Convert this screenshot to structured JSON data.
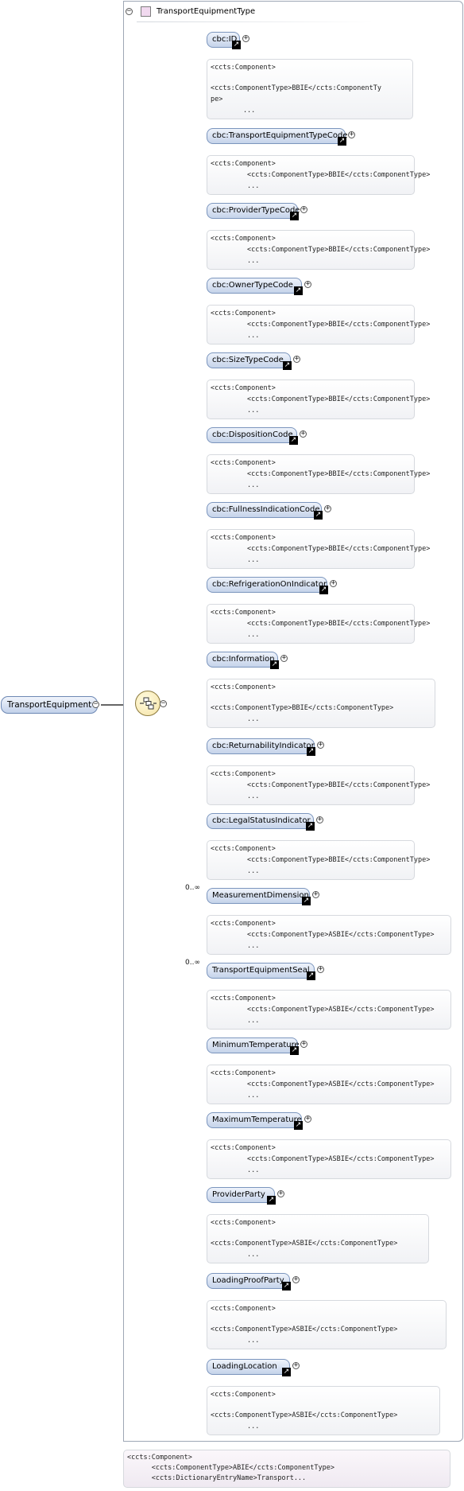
{
  "type": {
    "name": "TransportEquipmentType"
  },
  "root": {
    "label": "TransportEquipment"
  },
  "elements": [
    {
      "label": "cbc:ID",
      "occurrence": "",
      "ann": [
        "<ccts:Component>",
        "",
        "<ccts:ComponentType>BBIE</ccts:ComponentTy",
        "pe>",
        "        ..."
      ]
    },
    {
      "label": "cbc:TransportEquipmentTypeCode",
      "occurrence": "",
      "ann": [
        "<ccts:Component>",
        "         <ccts:ComponentType>BBIE</ccts:ComponentType>",
        "         ..."
      ]
    },
    {
      "label": "cbc:ProviderTypeCode",
      "occurrence": "",
      "ann": [
        "<ccts:Component>",
        "         <ccts:ComponentType>BBIE</ccts:ComponentType>",
        "         ..."
      ]
    },
    {
      "label": "cbc:OwnerTypeCode",
      "occurrence": "",
      "ann": [
        "<ccts:Component>",
        "         <ccts:ComponentType>BBIE</ccts:ComponentType>",
        "         ..."
      ]
    },
    {
      "label": "cbc:SizeTypeCode",
      "occurrence": "",
      "ann": [
        "<ccts:Component>",
        "         <ccts:ComponentType>BBIE</ccts:ComponentType>",
        "         ..."
      ]
    },
    {
      "label": "cbc:DispositionCode",
      "occurrence": "",
      "ann": [
        "<ccts:Component>",
        "         <ccts:ComponentType>BBIE</ccts:ComponentType>",
        "         ..."
      ]
    },
    {
      "label": "cbc:FullnessIndicationCode",
      "occurrence": "",
      "ann": [
        "<ccts:Component>",
        "         <ccts:ComponentType>BBIE</ccts:ComponentType>",
        "         ..."
      ]
    },
    {
      "label": "cbc:RefrigerationOnIndicator",
      "occurrence": "",
      "ann": [
        "<ccts:Component>",
        "         <ccts:ComponentType>BBIE</ccts:ComponentType>",
        "         ..."
      ]
    },
    {
      "label": "cbc:Information",
      "occurrence": "",
      "ann": [
        "<ccts:Component>",
        "",
        "<ccts:ComponentType>BBIE</ccts:ComponentType>",
        "         ..."
      ]
    },
    {
      "label": "cbc:ReturnabilityIndicator",
      "occurrence": "",
      "ann": [
        "<ccts:Component>",
        "         <ccts:ComponentType>BBIE</ccts:ComponentType>",
        "         ..."
      ]
    },
    {
      "label": "cbc:LegalStatusIndicator",
      "occurrence": "",
      "ann": [
        "<ccts:Component>",
        "         <ccts:ComponentType>BBIE</ccts:ComponentType>",
        "         ..."
      ]
    },
    {
      "label": "MeasurementDimension",
      "occurrence": "0..∞",
      "ann": [
        "<ccts:Component>",
        "         <ccts:ComponentType>ASBIE</ccts:ComponentType>",
        "         ..."
      ]
    },
    {
      "label": "TransportEquipmentSeal",
      "occurrence": "0..∞",
      "ann": [
        "<ccts:Component>",
        "         <ccts:ComponentType>ASBIE</ccts:ComponentType>",
        "         ..."
      ]
    },
    {
      "label": "MinimumTemperature",
      "occurrence": "",
      "ann": [
        "<ccts:Component>",
        "         <ccts:ComponentType>ASBIE</ccts:ComponentType>",
        "         ..."
      ]
    },
    {
      "label": "MaximumTemperature",
      "occurrence": "",
      "ann": [
        "<ccts:Component>",
        "         <ccts:ComponentType>ASBIE</ccts:ComponentType>",
        "         ..."
      ]
    },
    {
      "label": "ProviderParty",
      "occurrence": "",
      "ann": [
        "<ccts:Component>",
        "",
        "<ccts:ComponentType>ASBIE</ccts:ComponentType>",
        "         ..."
      ]
    },
    {
      "label": "LoadingProofParty",
      "occurrence": "",
      "ann": [
        "<ccts:Component>",
        "",
        "<ccts:ComponentType>ASBIE</ccts:ComponentType>",
        "         ..."
      ]
    },
    {
      "label": "LoadingLocation",
      "occurrence": "",
      "ann": [
        "<ccts:Component>",
        "",
        "<ccts:ComponentType>ASBIE</ccts:ComponentType>",
        "         ..."
      ]
    }
  ],
  "bottom_annotation": [
    "<ccts:Component>",
    "      <ccts:ComponentType>ABIE</ccts:ComponentType>",
    "      <ccts:DictionaryEntryName>Transport..."
  ],
  "colors": {
    "node_border": "#7b95bd",
    "node_fill": "#c5d3ea",
    "type_swatch": "#f1d9ef",
    "compositor": "#f5e3a5"
  }
}
